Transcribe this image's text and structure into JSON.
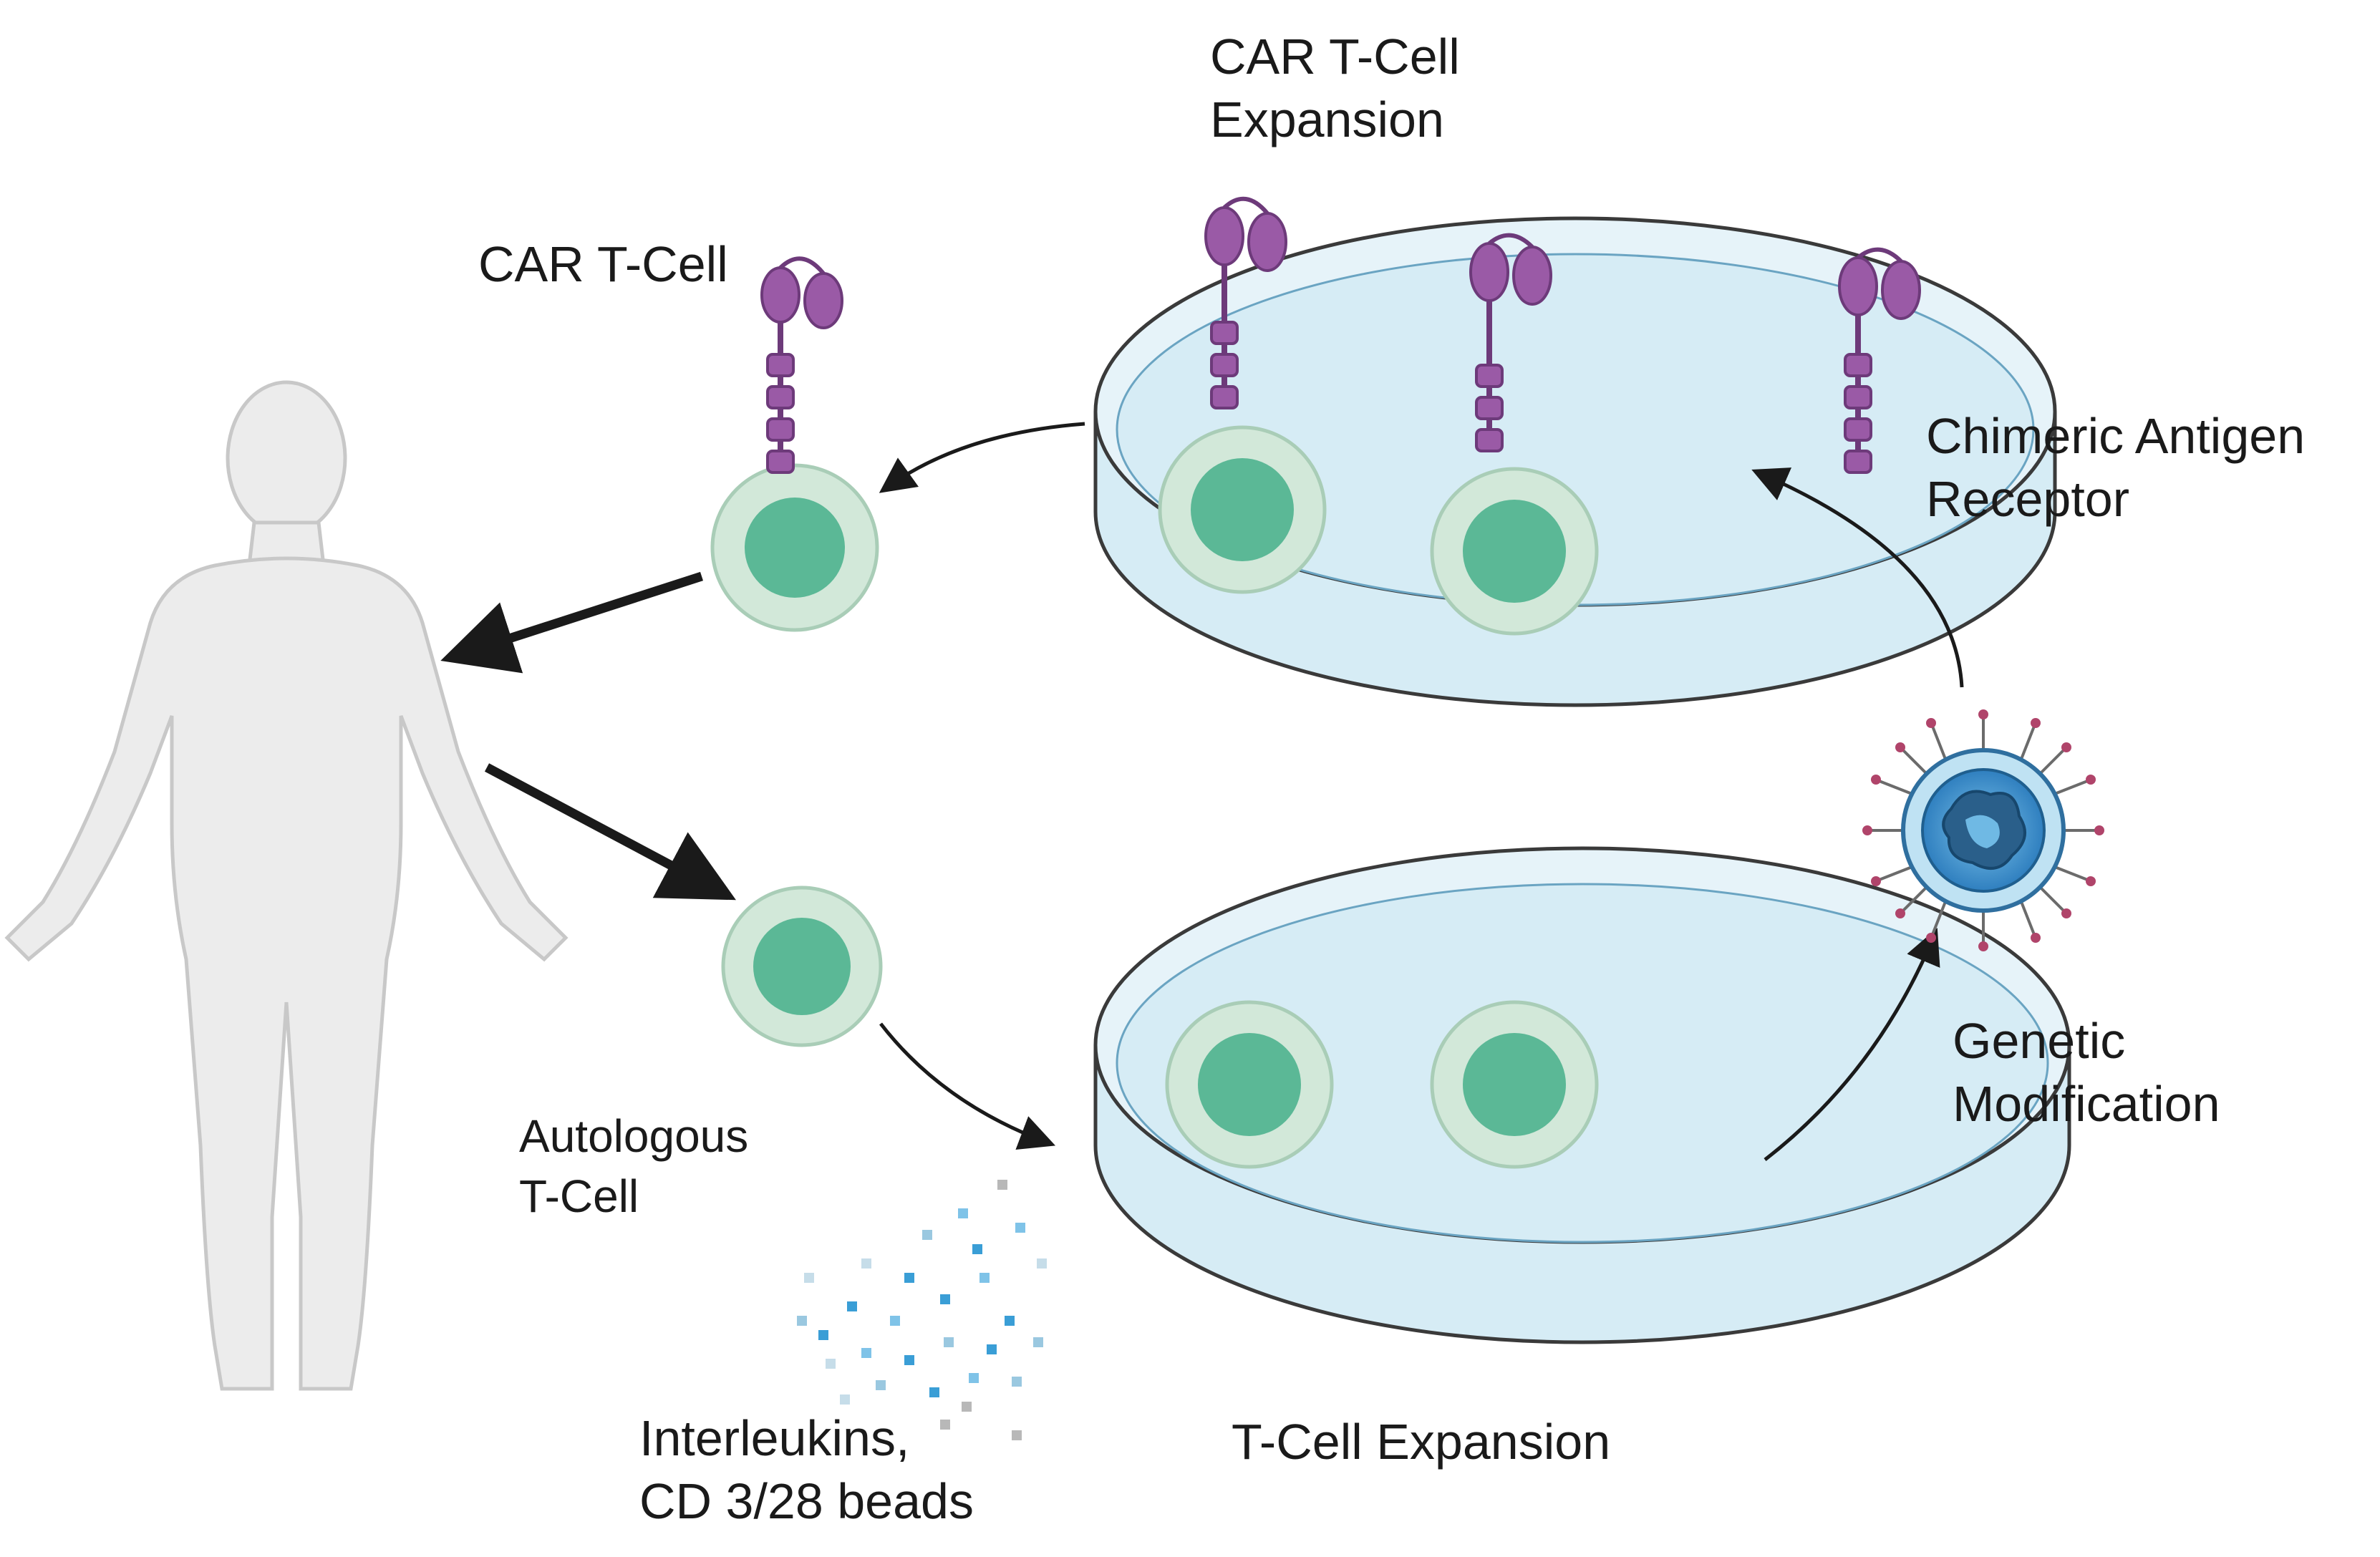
{
  "labels": {
    "car_expansion": [
      "CAR T-Cell",
      "Expansion"
    ],
    "car_tcell": "CAR T-Cell",
    "chimeric_receptor": [
      "Chimeric Antigen",
      "Receptor"
    ],
    "genetic_modification": [
      "Genetic",
      "Modification"
    ],
    "autologous_tcell": [
      "Autologous",
      "T-Cell"
    ],
    "interleukins": [
      "Interleukins,",
      "CD 3/28 beads"
    ],
    "tcell_expansion": "T-Cell Expansion"
  },
  "colors": {
    "car_protein": "#9a5aa6",
    "cell_outer": "#d2e8d9",
    "cell_nucleus": "#5bb896",
    "dish_medium": "#d6ecf5",
    "body": "#ececec",
    "arrow": "#1a1a1a",
    "virus_core": "#3a8fc8",
    "spike_tip": "#b0446a",
    "bead_blue": "#3a9ed6"
  }
}
